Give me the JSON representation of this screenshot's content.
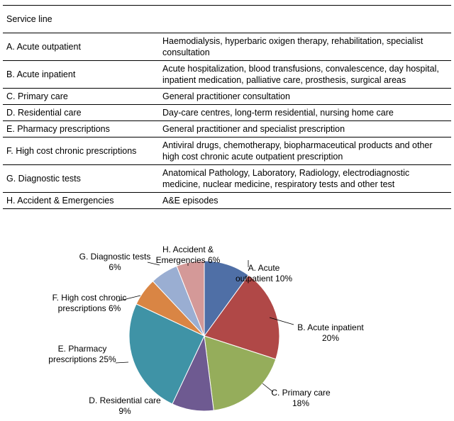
{
  "table": {
    "header": "Service line",
    "rows": [
      {
        "line": "A. Acute outpatient",
        "desc": "Haemodialysis, hyperbaric oxigen therapy, rehabilitation, specialist consultation"
      },
      {
        "line": "B. Acute inpatient",
        "desc": "Acute hospitalization, blood transfusions, convalescence, day hospital, inpatient medication, palliative care, prosthesis, surgical areas"
      },
      {
        "line": "C. Primary care",
        "desc": "General practitioner consultation"
      },
      {
        "line": "D. Residential care",
        "desc": "Day-care centres, long-term residential, nursing home care"
      },
      {
        "line": "E. Pharmacy prescriptions",
        "desc": "General practitioner and specialist prescription"
      },
      {
        "line": "F. High cost chronic prescriptions",
        "desc": "Antiviral drugs, chemotherapy, biopharmaceutical products and other high cost chronic acute outpatient prescription"
      },
      {
        "line": "G. Diagnostic tests",
        "desc": "Anatomical Pathology, Laboratory, Radiology, electrodiagnostic medicine, nuclear medicine, respiratory tests and other test"
      },
      {
        "line": "H. Accident & Emergencies",
        "desc": "A&E episodes"
      }
    ]
  },
  "chart_data": {
    "type": "pie",
    "title": "",
    "slices": [
      {
        "label": "A. Acute outpatient",
        "value": 10,
        "value_label": "10%",
        "color": "#4f6fa6"
      },
      {
        "label": "B. Acute inpatient",
        "value": 20,
        "value_label": "20%",
        "color": "#b04847"
      },
      {
        "label": "C. Primary care",
        "value": 18,
        "value_label": "18%",
        "color": "#95ad5b"
      },
      {
        "label": "D. Residential care",
        "value": 9,
        "value_label": "9%",
        "color": "#6e5a91"
      },
      {
        "label": "E. Pharmacy prescriptions",
        "value": 25,
        "value_label": "25%",
        "color": "#3f93a6"
      },
      {
        "label": "F. High cost chronic prescriptions",
        "value": 6,
        "value_label": "6%",
        "color": "#d98544"
      },
      {
        "label": "G. Diagnostic tests",
        "value": 6,
        "value_label": "6%",
        "color": "#9aaed2"
      },
      {
        "label": "H. Accident & Emergencies",
        "value": 6,
        "value_label": "6%",
        "color": "#d49998"
      }
    ]
  }
}
